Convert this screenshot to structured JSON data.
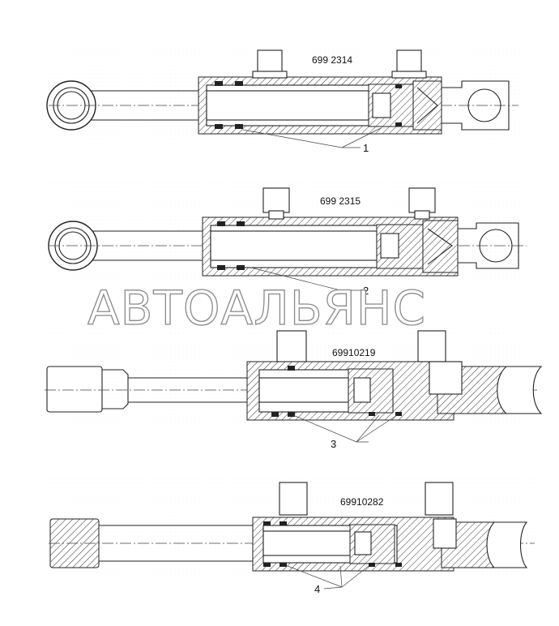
{
  "cylinders": [
    {
      "part_number": "699 2314",
      "callout": "1"
    },
    {
      "part_number": "699 2315",
      "callout": "2"
    },
    {
      "part_number": "69910219",
      "callout": "3"
    },
    {
      "part_number": "69910282",
      "callout": "4"
    }
  ],
  "watermark": "АВТОАЛЬЯНС"
}
